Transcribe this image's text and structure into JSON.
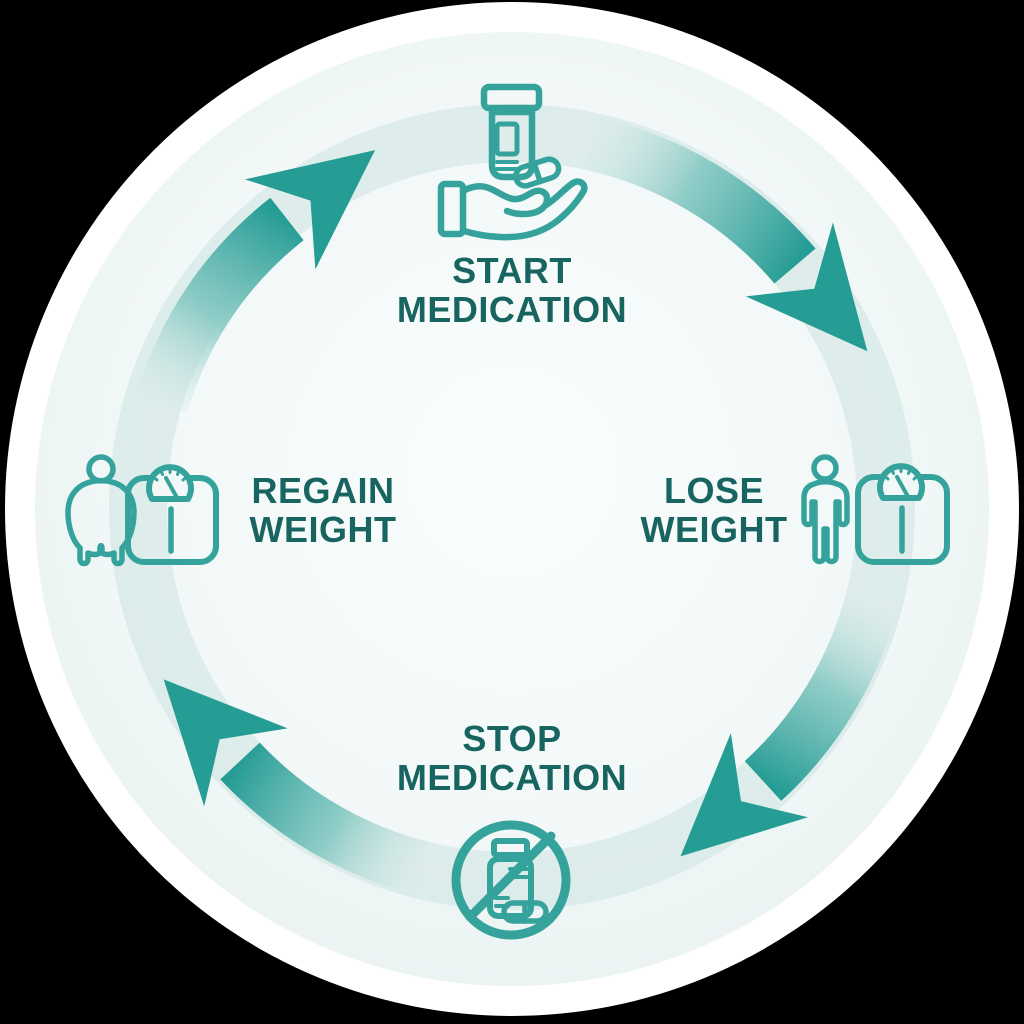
{
  "diagram": {
    "type": "cycle",
    "direction": "clockwise",
    "steps": [
      {
        "id": "start-medication",
        "label": "START MEDICATION",
        "icon": "hand-giving-medication-icon",
        "position": "top"
      },
      {
        "id": "lose-weight",
        "label": "LOSE WEIGHT",
        "icon": "slim-person-with-scale-icon",
        "position": "right"
      },
      {
        "id": "stop-medication",
        "label": "STOP MEDICATION",
        "icon": "no-medication-icon",
        "position": "bottom"
      },
      {
        "id": "regain-weight",
        "label": "REGAIN WEIGHT",
        "icon": "overweight-person-with-scale-icon",
        "position": "left"
      }
    ],
    "arrows": [
      {
        "from": "start-medication",
        "to": "lose-weight"
      },
      {
        "from": "lose-weight",
        "to": "stop-medication"
      },
      {
        "from": "stop-medication",
        "to": "regain-weight"
      },
      {
        "from": "regain-weight",
        "to": "start-medication"
      }
    ],
    "colors": {
      "arrow_teal": "#259c94",
      "icon_stroke": "#35a39c",
      "label_text": "#186460",
      "disc_center": "#fafdfd",
      "disc_edge": "#e3efee",
      "outer_ring": "#ffffff",
      "background": "#000000"
    }
  }
}
